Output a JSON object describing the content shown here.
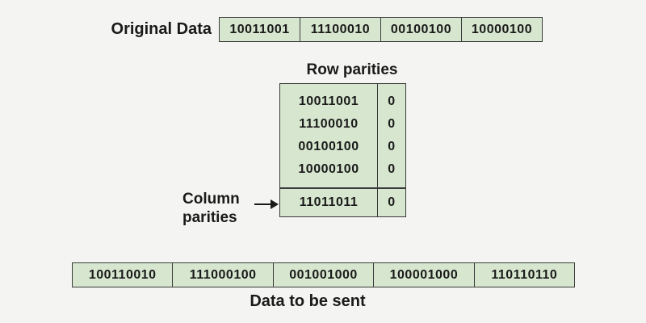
{
  "colors": {
    "background": "#f4f4f2",
    "cell_fill": "#d7e7cf",
    "cell_border": "#3a3a3a",
    "text": "#1a1a1a"
  },
  "original": {
    "label": "Original Data",
    "cells": [
      "10011001",
      "11100010",
      "00100100",
      "10000100"
    ]
  },
  "parity_table": {
    "title": "Row parities",
    "rows": [
      {
        "data": "10011001",
        "parity": "0"
      },
      {
        "data": "11100010",
        "parity": "0"
      },
      {
        "data": "00100100",
        "parity": "0"
      },
      {
        "data": "10000100",
        "parity": "0"
      }
    ],
    "column_parity_row": {
      "data": "11011011",
      "parity": "0"
    }
  },
  "column_parities": {
    "line1": "Column",
    "line2": "parities"
  },
  "sent": {
    "cells": [
      "100110010",
      "111000100",
      "001001000",
      "100001000",
      "110110110"
    ],
    "label": "Data to be sent"
  }
}
